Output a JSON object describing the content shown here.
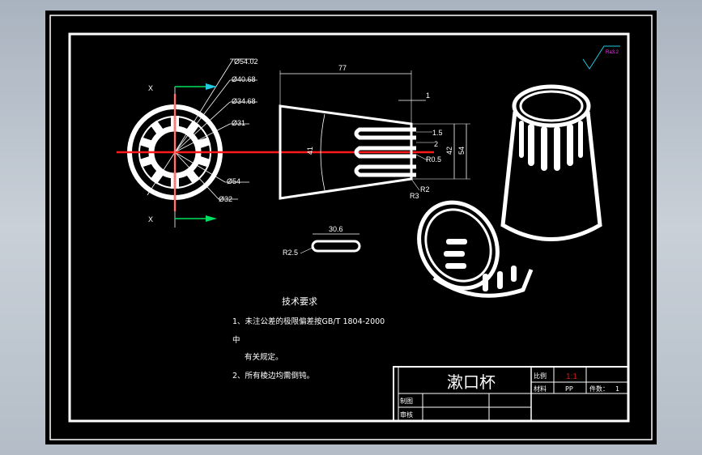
{
  "drawing": {
    "section_mark": "X",
    "dims_front": [
      "Ø54.02",
      "Ø40.68",
      "Ø34.68",
      "Ø31",
      "Ø54",
      "Ø32"
    ],
    "dims_side": {
      "length": "77",
      "offset": "1",
      "d1": "1.5",
      "d2": "2",
      "r05": "R0.5",
      "h1": "42",
      "h2": "54",
      "r2": "R2",
      "r3": "R3",
      "taper": "41"
    },
    "dims_slot": {
      "length": "30.6",
      "radius": "R2.5"
    },
    "roughness": "Ra3.2"
  },
  "tech": {
    "title": "技术要求",
    "line1": "1、未注公差的极限偏差按GB/T 1804-2000",
    "line1b": "中",
    "line2": "有关规定。",
    "line3": "2、所有棱边均需倒钝。"
  },
  "titleblock": {
    "part_name": "漱口杯",
    "scale_label": "比例",
    "scale_value": "1:1",
    "material_label": "材料",
    "material_value": "PP",
    "count_label": "件数：",
    "count_value": "1",
    "drawn_label": "制图",
    "checked_label": "审核"
  },
  "colors": {
    "accent_red": "#ff1a1a",
    "accent_green": "#00e060",
    "accent_cyan": "#22c8e0",
    "accent_magenta": "#ff33ff",
    "title_red": "#cc1a1a"
  }
}
